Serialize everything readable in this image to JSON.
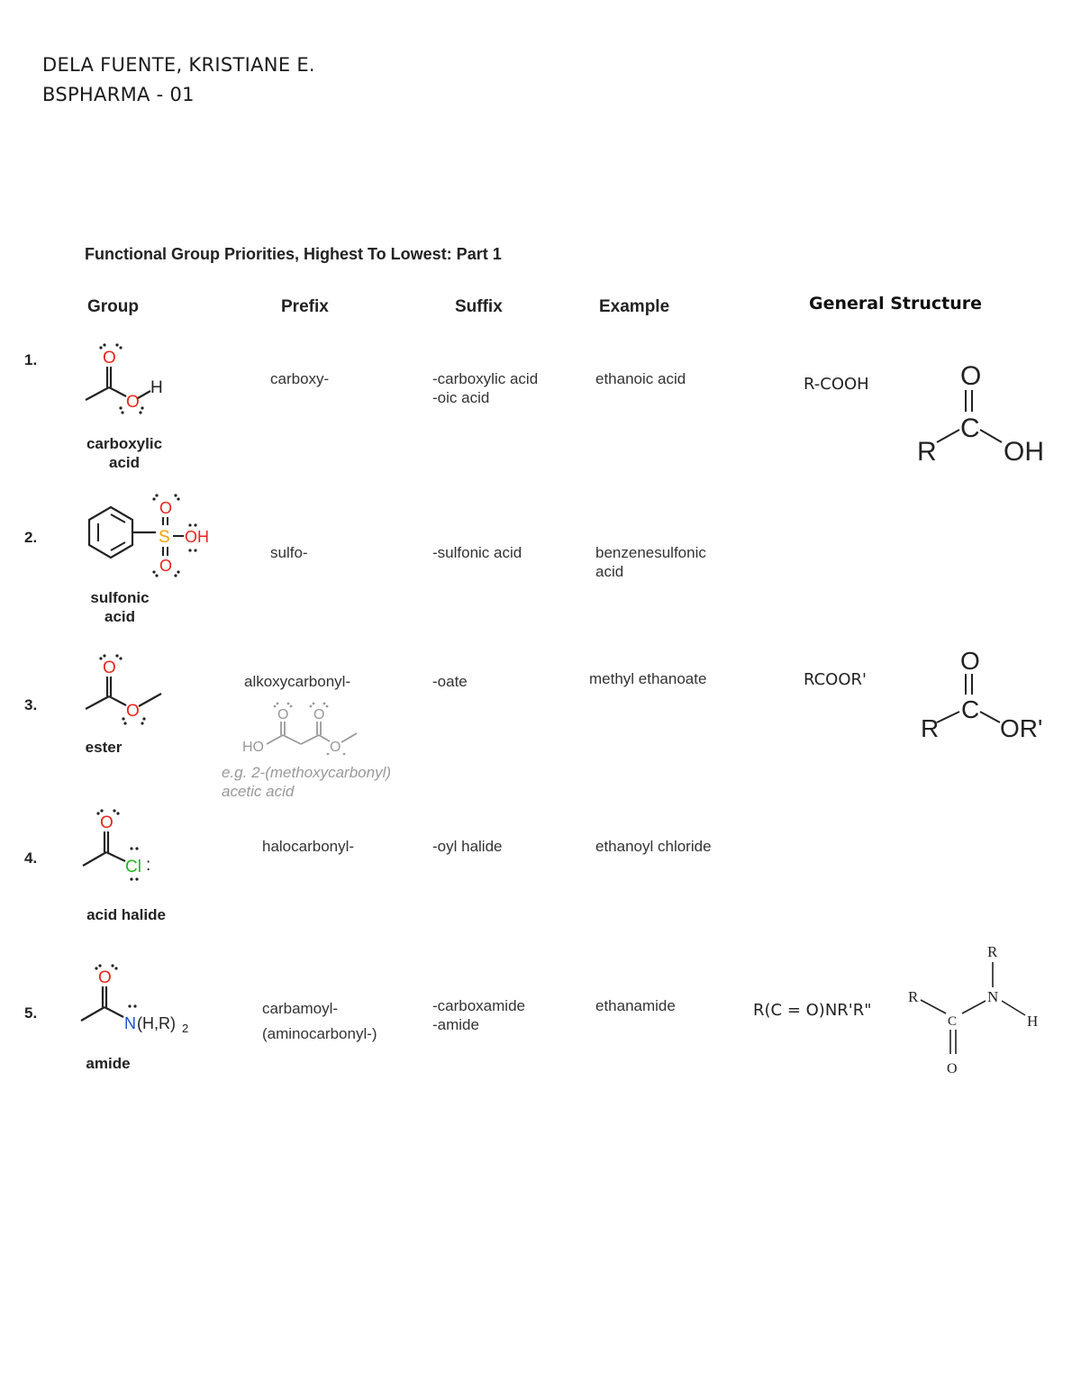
{
  "student": {
    "name": "DELA FUENTE, KRISTIANE E.",
    "section": "BSPHARMA - 01"
  },
  "title": "Functional Group Priorities, Highest To Lowest: Part 1",
  "headers": {
    "group": "Group",
    "prefix": "Prefix",
    "suffix": "Suffix",
    "example": "Example",
    "general_structure": "General Structure"
  },
  "rows": [
    {
      "number": "1.",
      "group_name": "carboxylic\nacid",
      "prefix": "carboxy-",
      "suffix": "-carboxylic acid\n-oic acid",
      "example": "ethanoic acid",
      "formula": "R-COOH"
    },
    {
      "number": "2.",
      "group_name": "sulfonic\nacid",
      "prefix": "sulfo-",
      "suffix": "-sulfonic acid",
      "example": "benzenesulfonic\nacid",
      "formula": ""
    },
    {
      "number": "3.",
      "group_name": "ester",
      "prefix": "alkoxycarbonyl-",
      "prefix_example": "e.g. 2-(methoxycarbonyl)\nacetic acid",
      "suffix": "-oate",
      "example": "methyl ethanoate",
      "formula": "RCOOR'"
    },
    {
      "number": "4.",
      "group_name": "acid halide",
      "prefix": "halocarbonyl-",
      "suffix": "-oyl halide",
      "example": "ethanoyl chloride",
      "formula": ""
    },
    {
      "number": "5.",
      "group_name": "amide",
      "prefix": "carbamoyl-\n(aminocarbonyl-)",
      "suffix": "-carboxamide\n-amide",
      "example": "ethanamide",
      "formula": "R(C = O)NR'R\""
    }
  ],
  "structure_labels": {
    "carboxylic": {
      "o": "O",
      "h": "H"
    },
    "sulfonic": {
      "o": "O",
      "s": "S",
      "oh": "OH"
    },
    "ester": {
      "o": "O"
    },
    "halide": {
      "o": "O",
      "cl": "Cl",
      "colon": ":"
    },
    "amide": {
      "o": "O",
      "n": "N",
      "nsub": "(H,R)",
      "sub2": "2"
    },
    "malonate": {
      "o": "O",
      "ho": "HO"
    },
    "gen_acid": {
      "o": "O",
      "c": "C",
      "r": "R",
      "oh": "OH"
    },
    "gen_ester": {
      "o": "O",
      "c": "C",
      "r": "R",
      "or": "OR'"
    },
    "gen_amide": {
      "r_top": "R",
      "r_left": "R",
      "c": "C",
      "n": "N",
      "h": "H",
      "o": "O"
    }
  },
  "colors": {
    "oxygen": "#e8241a",
    "sulfur": "#f0a000",
    "chlorine": "#22b822",
    "nitrogen": "#1a4fd8",
    "faded": "#999999"
  }
}
